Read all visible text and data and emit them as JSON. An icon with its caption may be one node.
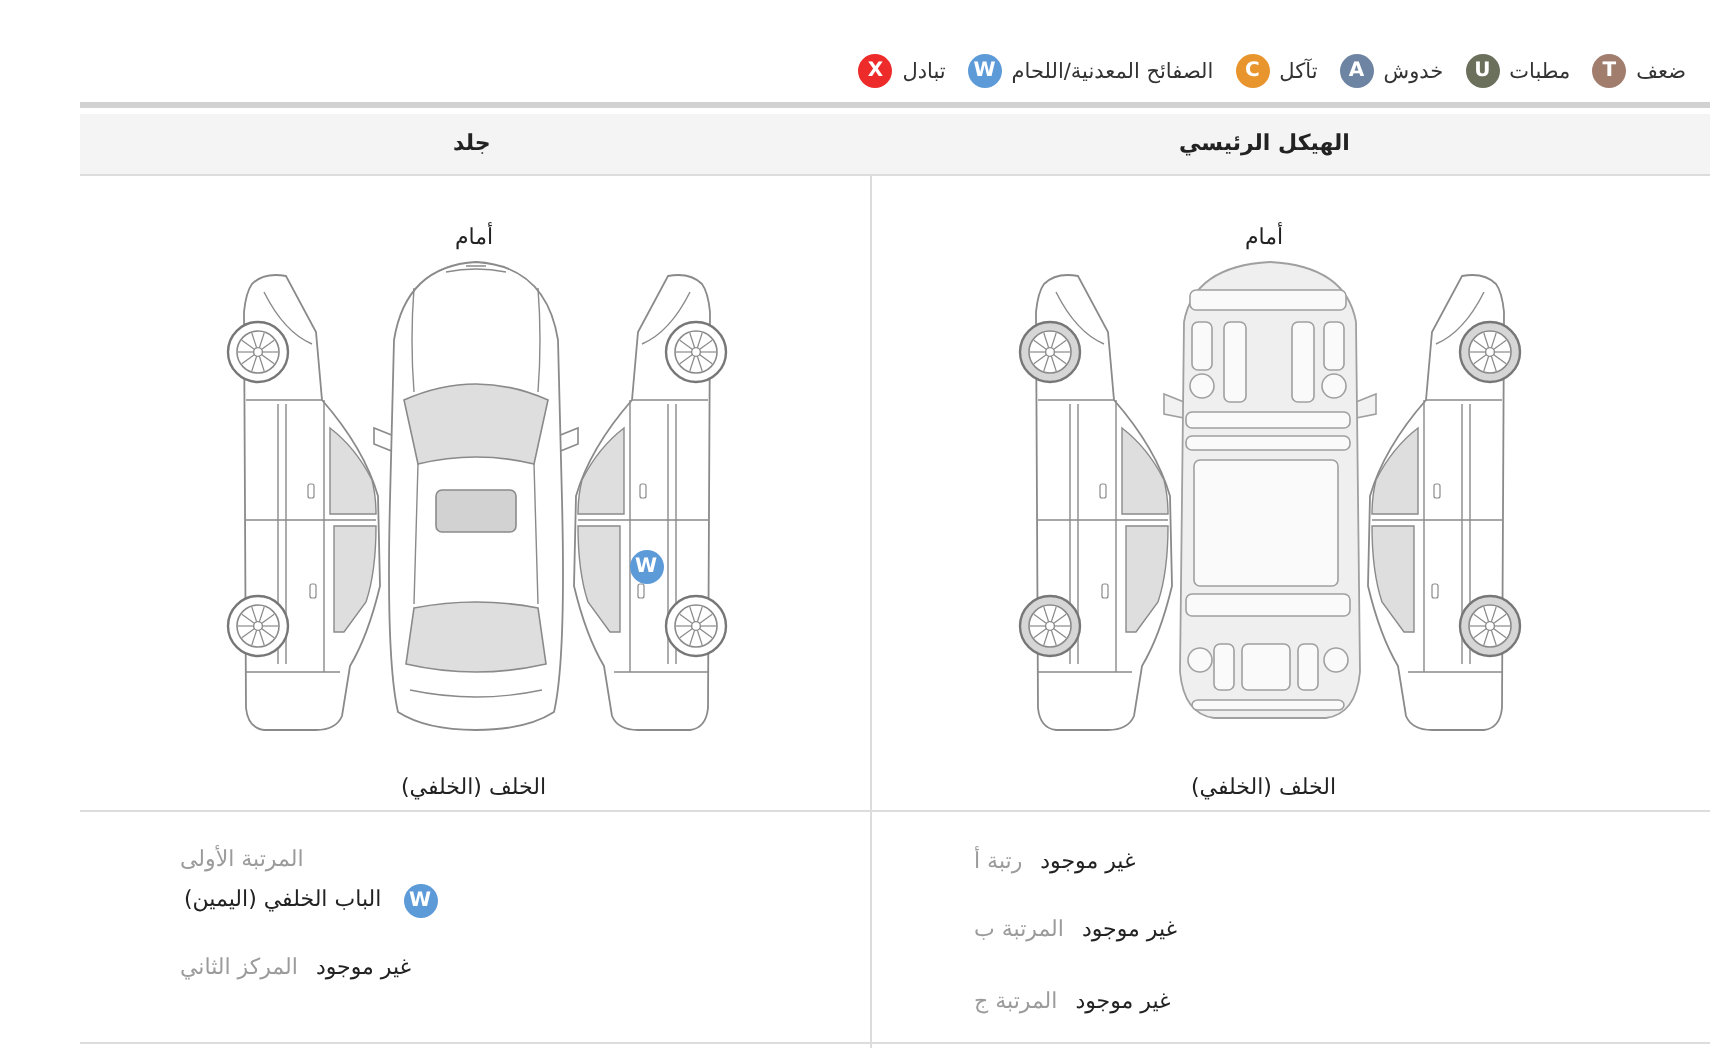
{
  "diagram": {
    "labels": [
      "T",
      "U",
      "A",
      "C",
      "W",
      "X",
      "الهيكل الرئيسي",
      "جلد",
      "أمام",
      "الخلف (الخلفي)",
      "أمام",
      "W",
      "الخلف (الخلفي)",
      "غير موجود",
      "رتبة أ",
      "غير موجود",
      "المرتبة ب",
      "غير موجود",
      "المرتبة ج",
      "المرتبة الأولى",
      "W",
      "الباب الخلفي (اليمين)",
      "غير موجود",
      "المركز الثاني"
    ],
    "legend": [
      {
        "text": "ضعف",
        "color": "#a17d6e"
      },
      {
        "text": "مطبات",
        "color": "#6b705c"
      },
      {
        "text": "خدوش",
        "color": "#6e84a3"
      },
      {
        "text": "تآكل",
        "color": "#e8952d"
      },
      {
        "text": "الصفائح المعدنية/اللحام",
        "color": "#5d9ad8"
      },
      {
        "text": "تبادل",
        "color": "#ee2b2b"
      }
    ]
  }
}
